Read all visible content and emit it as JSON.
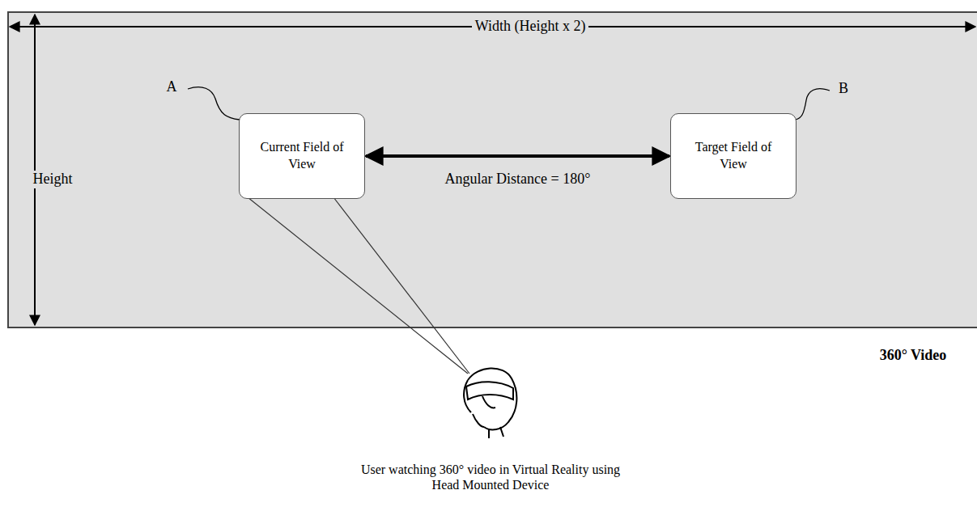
{
  "diagram": {
    "nodes": [
      {
        "text": [
          "Current Field of View"
        ]
      },
      {
        "text": [
          "Target Field of View"
        ]
      }
    ],
    "edges": [
      {
        "from": 0,
        "to": 1,
        "arrow": "both",
        "label": "Angular Distance = 180°"
      }
    ],
    "labels": [
      "Width (Height x 2)",
      "Height",
      "A",
      "B",
      "360° Video",
      "User watching 360° video in Virtual Reality using Head Mounted Device"
    ]
  }
}
